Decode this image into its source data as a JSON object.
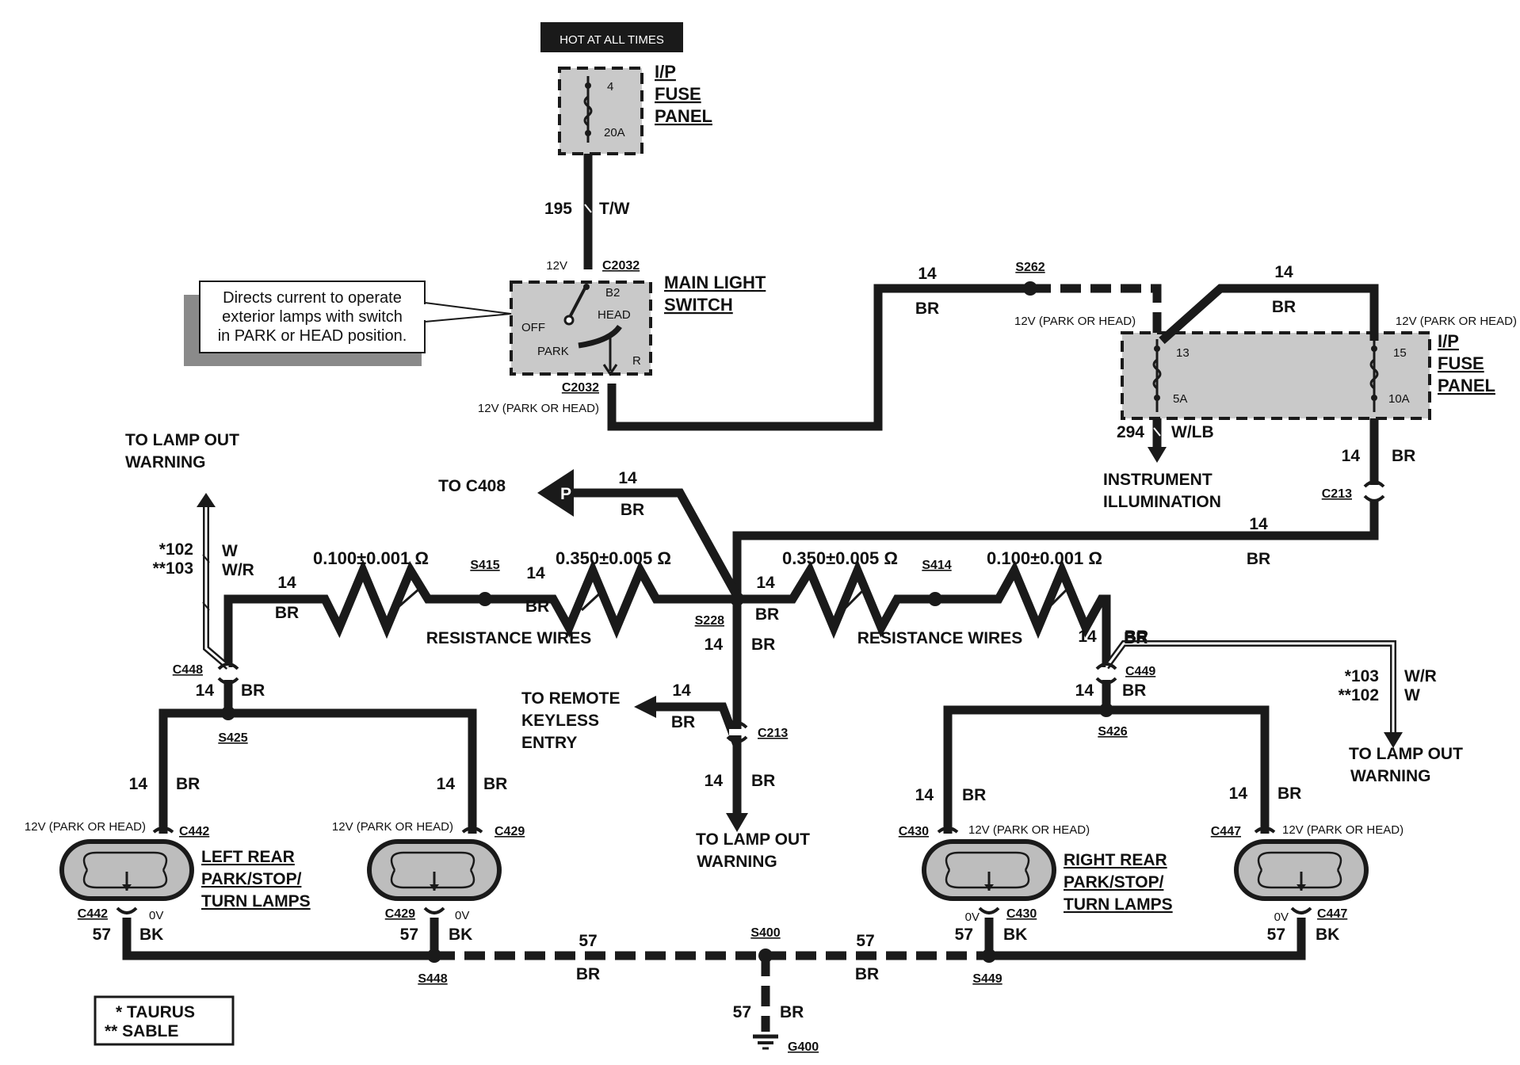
{
  "hot_at_all_times": "HOT AT ALL TIMES",
  "fuse_panel_top": {
    "title_1": "I/P",
    "title_2": "FUSE",
    "title_3": "PANEL",
    "fuse_num": "4",
    "fuse_rating": "20A"
  },
  "wire_195": {
    "circuit": "195",
    "color": "T/W"
  },
  "main_switch": {
    "title_1": "MAIN LIGHT",
    "title_2": "SWITCH",
    "connector_top": "C2032",
    "connector_bottom": "C2032",
    "voltage_top": "12V",
    "voltage_bottom": "12V (PARK OR HEAD)",
    "pos_b2": "B2",
    "pos_off": "OFF",
    "pos_head": "HEAD",
    "pos_park": "PARK",
    "pos_r": "R",
    "note_line_1": "Directs current to operate",
    "note_line_2": "exterior lamps with switch",
    "note_line_3": "in PARK or HEAD position."
  },
  "top_wire": {
    "gauge": "14",
    "color": "BR",
    "splice": "S262",
    "splice_voltage": "12V (PARK OR HEAD)"
  },
  "fuse_panel_right": {
    "title_1": "I/P",
    "title_2": "FUSE",
    "title_3": "PANEL",
    "fuse_a_num": "13",
    "fuse_a_rating": "5A",
    "fuse_b_num": "15",
    "fuse_b_rating": "10A",
    "voltage_right": "12V (PARK OR HEAD)",
    "feed_gauge": "14",
    "feed_color": "BR",
    "out_gauge": "14",
    "out_color": "BR"
  },
  "instrument": {
    "circuit": "294",
    "color": "W/LB",
    "label_1": "INSTRUMENT",
    "label_2": "ILLUMINATION"
  },
  "c213_top": {
    "label": "C213",
    "gauge": "14",
    "color": "BR"
  },
  "to_c408": {
    "label": "TO C408",
    "connector": "P",
    "gauge": "14",
    "color": "BR"
  },
  "left_resistors": {
    "r1": "0.100±0.001 Ω",
    "r2": "0.350±0.005 Ω",
    "splice": "S415",
    "label": "RESISTANCE WIRES",
    "g1": "14",
    "c1": "BR",
    "g2": "14",
    "c2": "BR"
  },
  "right_resistors": {
    "r1": "0.350±0.005 Ω",
    "r2": "0.100±0.001 Ω",
    "splice": "S414",
    "label": "RESISTANCE WIRES",
    "g1": "14",
    "c1": "BR",
    "g2": "14",
    "c2": "BR"
  },
  "s228": {
    "label": "S228",
    "gauge_r": "14",
    "color_r": "BR",
    "gauge_d": "14",
    "color_d": "BR"
  },
  "remote_keyless": {
    "line_1": "TO REMOTE",
    "line_2": "KEYLESS",
    "line_3": "ENTRY",
    "gauge": "14",
    "color": "BR"
  },
  "c213_bottom": {
    "label": "C213",
    "gauge": "14",
    "color": "BR"
  },
  "lamp_out_center": {
    "line_1": "TO LAMP OUT",
    "line_2": "WARNING"
  },
  "lamp_out_left": {
    "line_1": "TO LAMP OUT",
    "line_2": "WARNING",
    "code_1": "*102",
    "code_2": "**103",
    "color_1": "W",
    "color_2": "W/R"
  },
  "lamp_out_right": {
    "line_1": "TO LAMP OUT",
    "line_2": "WARNING",
    "code_1": "*103",
    "code_2": "**102",
    "color_1": "W/R",
    "color_2": "W"
  },
  "c448": {
    "label": "C448",
    "gauge": "14",
    "color": "BR"
  },
  "c449": {
    "label": "C449",
    "gauge_top": "14",
    "color_top": "BR",
    "gauge": "14",
    "color": "BR"
  },
  "s425": {
    "label": "S425"
  },
  "s426": {
    "label": "S426"
  },
  "lamps": {
    "voltage": "12V (PARK OR HEAD)",
    "zero": "0V",
    "gauge": "14",
    "color": "BR",
    "c442": "C442",
    "c429": "C429",
    "c430": "C430",
    "c447": "C447",
    "left_title_1": "LEFT REAR",
    "left_title_2": "PARK/STOP/",
    "left_title_3": "TURN LAMPS",
    "right_title_1": "RIGHT REAR",
    "right_title_2": "PARK/STOP/",
    "right_title_3": "TURN LAMPS"
  },
  "ground": {
    "circuit": "57",
    "color_bk": "BK",
    "color_br": "BR",
    "s448": "S448",
    "s449": "S449",
    "s400": "S400",
    "g400": "G400"
  },
  "legend": {
    "line_1": "* TAURUS",
    "line_2": "** SABLE"
  }
}
